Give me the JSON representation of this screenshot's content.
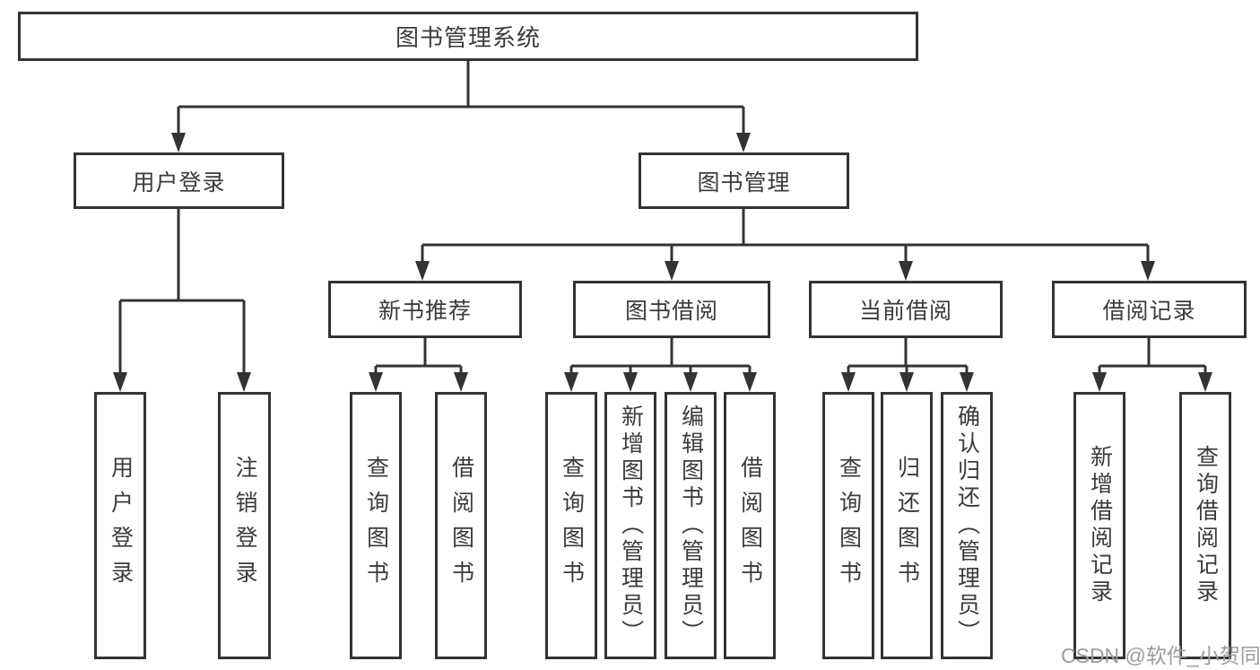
{
  "colors": {
    "line": "#333333",
    "text": "#3b3b3b",
    "background": "#ffffff",
    "watermark": "#9c9c9c"
  },
  "tree": {
    "label": "图书管理系统",
    "children": [
      {
        "label": "用户登录",
        "children": [
          {
            "label": "用户登录"
          },
          {
            "label": "注销登录"
          }
        ]
      },
      {
        "label": "图书管理",
        "children": [
          {
            "label": "新书推荐",
            "children": [
              {
                "label": "查询图书"
              },
              {
                "label": "借阅图书"
              }
            ]
          },
          {
            "label": "图书借阅",
            "children": [
              {
                "label": "查询图书"
              },
              {
                "label": "新增图书（管理员）"
              },
              {
                "label": "编辑图书（管理员）"
              },
              {
                "label": "借阅图书"
              }
            ]
          },
          {
            "label": "当前借阅",
            "children": [
              {
                "label": "查询图书"
              },
              {
                "label": "归还图书"
              },
              {
                "label": "确认归还（管理员）"
              }
            ]
          },
          {
            "label": "借阅记录",
            "children": [
              {
                "label": "新增借阅记录"
              },
              {
                "label": "查询借阅记录"
              }
            ]
          }
        ]
      }
    ]
  },
  "watermark": {
    "text": "CSDN @软件_小贺同学"
  }
}
